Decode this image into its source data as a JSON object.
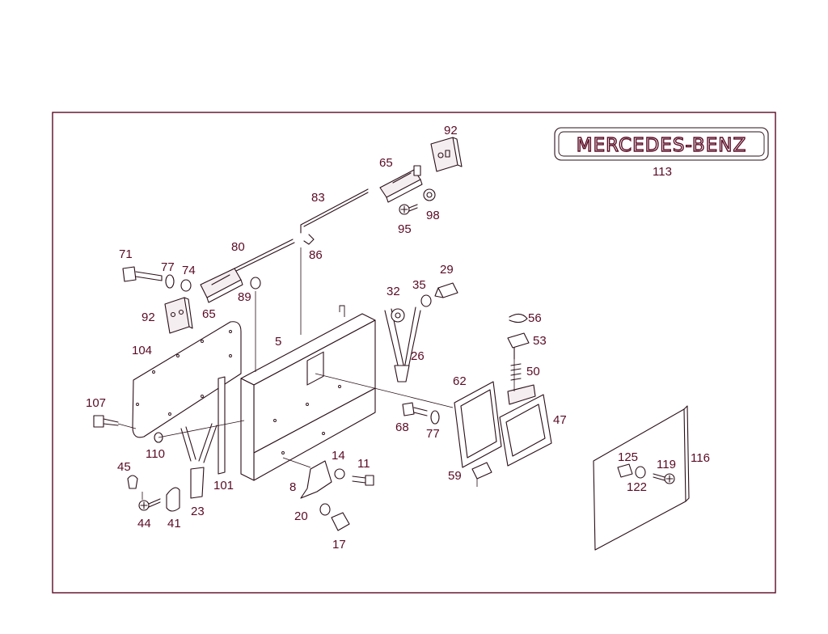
{
  "diagram": {
    "logo_text": "MERCEDES-BENZ",
    "colors": {
      "line": "#2a0f18",
      "label": "#5a0a24",
      "frame": "#5a0a24"
    },
    "labels": {
      "p92a": "92",
      "p113": "113",
      "p65a": "65",
      "p83": "83",
      "p95": "95",
      "p98": "98",
      "p80": "80",
      "p86": "86",
      "p71": "71",
      "p77a": "77",
      "p74": "74",
      "p65b": "65",
      "p89": "89",
      "p92b": "92",
      "p29": "29",
      "p32": "32",
      "p35": "35",
      "p26": "26",
      "p56": "56",
      "p53": "53",
      "p50": "50",
      "p104": "104",
      "p5": "5",
      "p62": "62",
      "p107": "107",
      "p110": "110",
      "p68": "68",
      "p77b": "77",
      "p47": "47",
      "p45": "45",
      "p101": "101",
      "p14": "14",
      "p11": "11",
      "p8": "8",
      "p44": "44",
      "p41": "41",
      "p23": "23",
      "p20": "20",
      "p17": "17",
      "p59": "59",
      "p125": "125",
      "p119": "119",
      "p122": "122",
      "p116": "116"
    }
  }
}
